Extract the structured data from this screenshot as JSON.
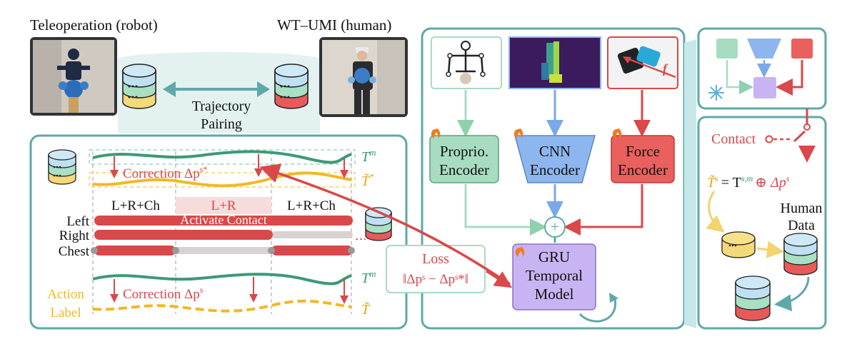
{
  "titles": {
    "teleop": "Teleoperation (robot)",
    "wtumi": "WT–UMI (human)"
  },
  "pairing": {
    "line1": "Trajectory",
    "line2": "Pairing"
  },
  "traj": {
    "top_green_label": "T",
    "top_green_sup": "m",
    "top_yellow_label": "T̃",
    "top_yellow_sup": "*",
    "correction_top": "Correction Δp",
    "correction_top_sup": "s*",
    "phase_lrch1": "L+R+Ch",
    "phase_lr": "L+R",
    "phase_lrch2": "L+R+Ch",
    "left": "Left",
    "right": "Right",
    "chest": "Chest",
    "activate": "Activate Contact",
    "bottom_green_label": "T",
    "bottom_green_sup": "m",
    "correction_bottom": "Correction Δp",
    "correction_bottom_sup": "s",
    "action1": "Action",
    "action2": "Label",
    "bottom_yellow_label": "T̃"
  },
  "loss": {
    "title": "Loss",
    "formula": "‖Δpˢ − Δpˢ*‖"
  },
  "encoders": {
    "proprio1": "Proprio.",
    "proprio2": "Encoder",
    "cnn1": "CNN",
    "cnn2": "Encoder",
    "force1": "Force",
    "force2": "Encoder",
    "force_symbol": "f"
  },
  "gru": {
    "l1": "GRU",
    "l2": "Temporal",
    "l3": "Model"
  },
  "plus": "+",
  "right_panel": {
    "contact": "Contact",
    "eq_lhs": "T̃",
    "eq_lhs_sup": "s",
    "eq_mid": "= T",
    "eq_mid_sup": "s,m",
    "eq_rhs": "⊕ Δp",
    "eq_rhs_sup": "s",
    "human1": "Human",
    "human2": "Data"
  },
  "colors": {
    "teal": "#5fa8a8",
    "green": "#3c9a74",
    "yellow": "#f2b824",
    "red": "#d9484a",
    "blue": "#8db6ee",
    "purple": "#c8b4f2",
    "light_green": "#a8dcc0",
    "pink_band": "#f7dcdc",
    "gray_bar": "#d8d2d2"
  }
}
